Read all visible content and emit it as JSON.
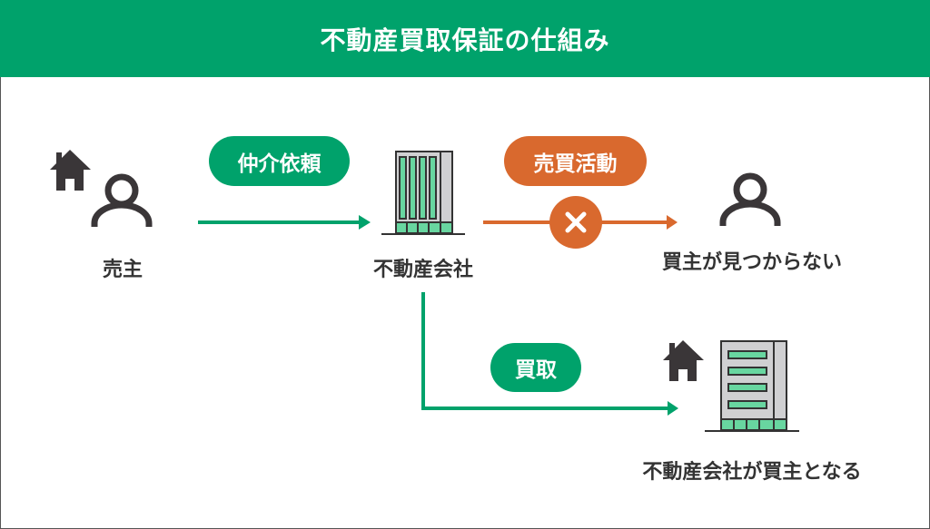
{
  "title": "不動産買取保証の仕組み",
  "colors": {
    "green": "#00a26b",
    "orange": "#d9692e",
    "dark": "#333333",
    "light_green": "#68d6a0",
    "gray": "#d0d0d2"
  },
  "nodes": {
    "seller": "売主",
    "company": "不動産会社",
    "no_buyer": "買主が見つからない",
    "company_buyer": "不動産会社が買主となる"
  },
  "edges": {
    "brokerage": "仲介依頼",
    "sales": "売買活動",
    "purchase": "買取"
  },
  "icons": [
    "house-icon",
    "person-icon",
    "building-icon",
    "x-circle-icon"
  ]
}
